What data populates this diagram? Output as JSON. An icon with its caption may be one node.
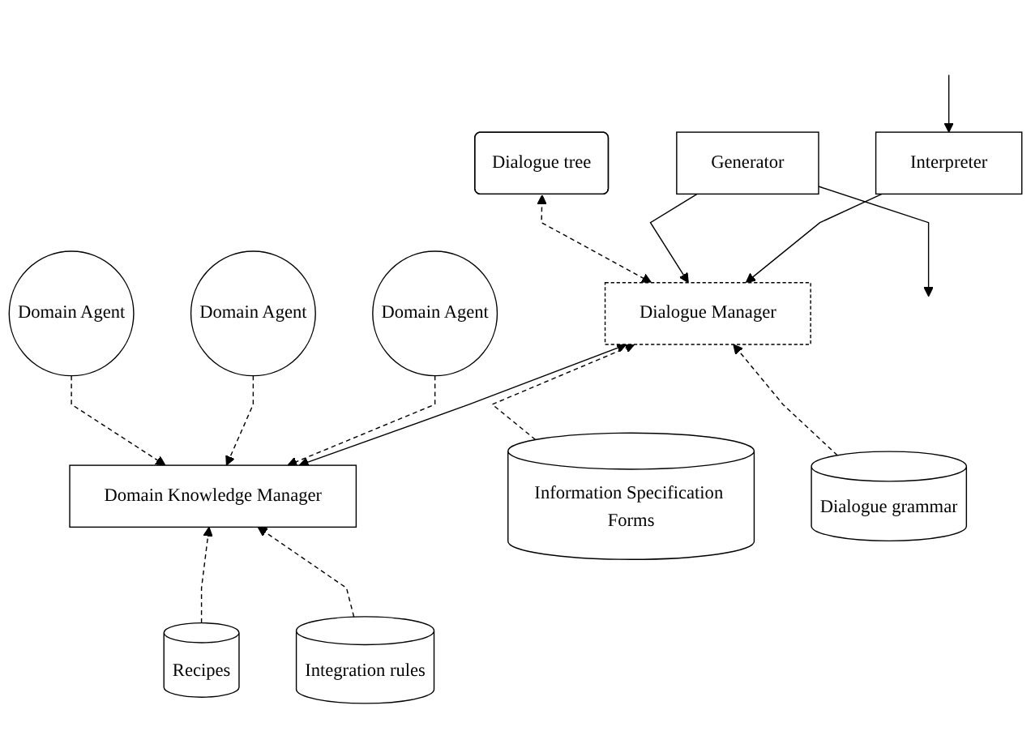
{
  "diagram": {
    "nodes": [
      {
        "text": [
          "Domain Agent"
        ]
      },
      {
        "text": [
          "Dialogue tree"
        ]
      },
      {
        "text": [
          "Domain Agent"
        ]
      },
      {
        "text": [
          "Domain Agent"
        ]
      },
      {
        "text": [
          "Interpreter"
        ]
      },
      {
        "text": [
          "Dialogue Manager"
        ]
      },
      {
        "text": [
          "Domain Knowledge Manager"
        ]
      },
      {
        "text": [
          "Generator"
        ]
      },
      {
        "text": [
          "Information Specification Forms"
        ]
      },
      {
        "text": [
          "Dialogue grammar"
        ]
      },
      {
        "text": [
          "Recipes"
        ]
      },
      {
        "text": [
          "Integration rules"
        ]
      }
    ],
    "edges": [
      {
        "from": null,
        "to": 4,
        "arrow": "to"
      },
      {
        "from": 4,
        "to": 5,
        "arrow": "to"
      },
      {
        "from": 7,
        "to": 5,
        "arrow": "to"
      },
      {
        "from": 7,
        "to": null,
        "arrow": "to"
      },
      {
        "from": 1,
        "to": 5,
        "arrow": "both",
        "style": "dashed"
      },
      {
        "from": 5,
        "to": 6,
        "arrow": "both"
      },
      {
        "from": 0,
        "to": 6,
        "arrow": "to",
        "style": "dashed"
      },
      {
        "from": 2,
        "to": 6,
        "arrow": "to",
        "style": "dashed"
      },
      {
        "from": 3,
        "to": 6,
        "arrow": "to",
        "style": "dashed"
      },
      {
        "from": 8,
        "to": 5,
        "arrow": "to",
        "style": "dashed"
      },
      {
        "from": 9,
        "to": 5,
        "arrow": "to",
        "style": "dashed"
      },
      {
        "from": 10,
        "to": 6,
        "arrow": "to",
        "style": "dashed"
      },
      {
        "from": 11,
        "to": 6,
        "arrow": "to",
        "style": "dashed"
      }
    ]
  }
}
